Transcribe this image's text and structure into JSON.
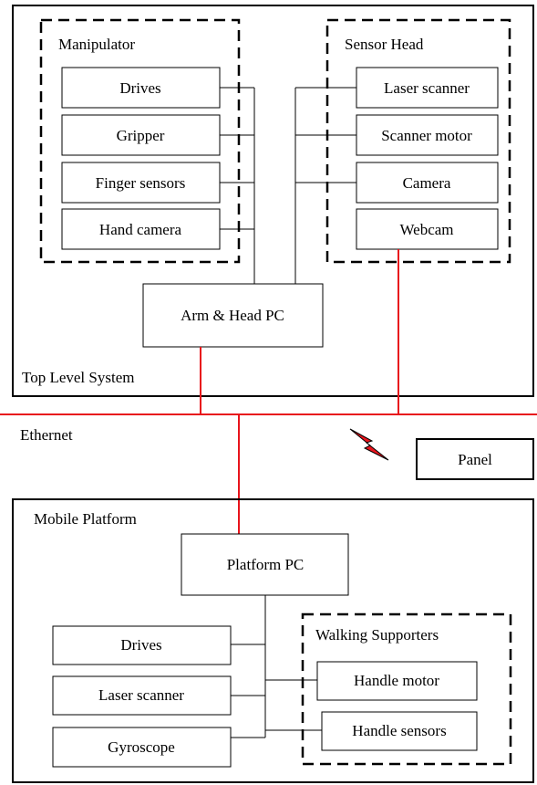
{
  "top_system": {
    "label": "Top Level System",
    "manipulator": {
      "label": "Manipulator",
      "items": [
        "Drives",
        "Gripper",
        "Finger sensors",
        "Hand camera"
      ]
    },
    "sensor_head": {
      "label": "Sensor Head",
      "items": [
        "Laser scanner",
        "Scanner motor",
        "Camera",
        "Webcam"
      ]
    },
    "pc_label": "Arm & Head PC"
  },
  "network": {
    "ethernet_label": "Ethernet",
    "panel_label": "Panel",
    "wireless_icon": "lightning-bolt",
    "link_color": "#e8141c"
  },
  "mobile_platform": {
    "label": "Mobile Platform",
    "pc_label": "Platform PC",
    "items": [
      "Drives",
      "Laser scanner",
      "Gyroscope"
    ],
    "walking_supporters": {
      "label": "Walking Supporters",
      "items": [
        "Handle motor",
        "Handle sensors"
      ]
    }
  }
}
